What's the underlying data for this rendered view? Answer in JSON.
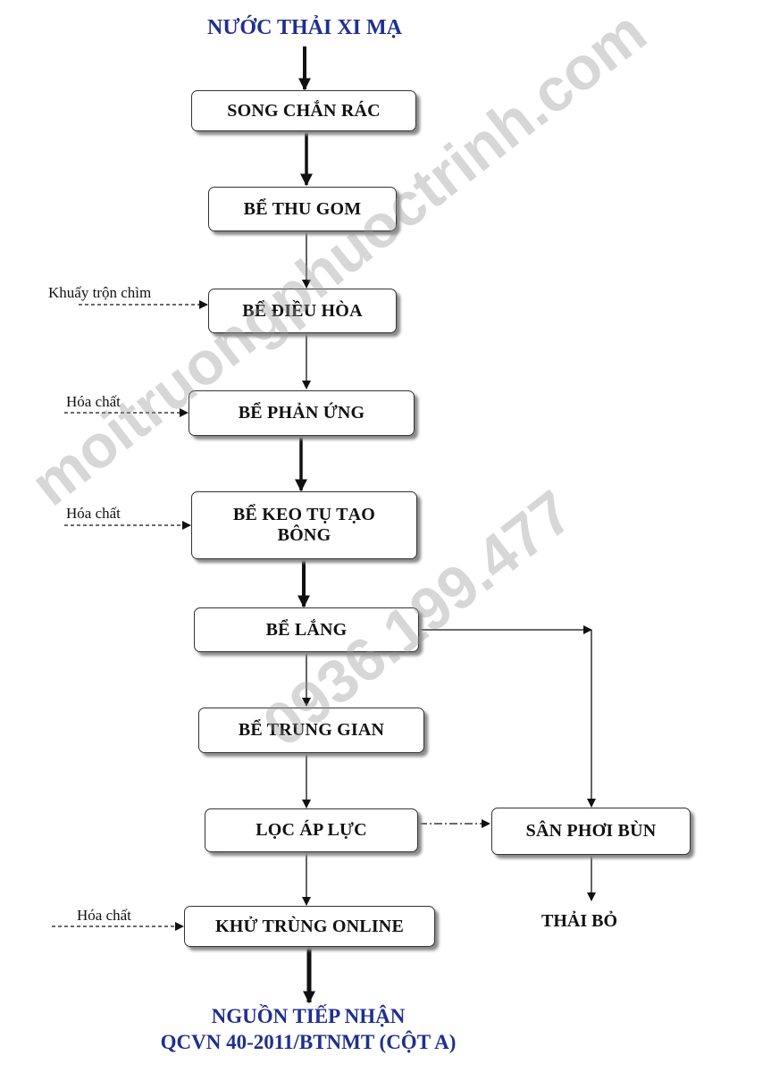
{
  "title": "NƯỚC THẢI XI MẠ",
  "steps": {
    "screen": "SONG CHẮN RÁC",
    "collection": "BỂ THU GOM",
    "equalization": "BỂ ĐIỀU HÒA",
    "reaction": "BỂ PHẢN ỨNG",
    "flocculation": "BỂ KEO TỤ TẠO BÔNG",
    "settling": "BỂ LẮNG",
    "intermediate": "BỂ TRUNG GIAN",
    "pressure_filter": "LỌC ÁP LỰC",
    "disinfection": "KHỬ TRÙNG ONLINE",
    "sludge_bed": "SÂN PHƠI BÙN"
  },
  "inputs": {
    "mixer": "Khuấy trộn chìm",
    "chemical_1": "Hóa chất",
    "chemical_2": "Hóa chất",
    "chemical_3": "Hóa chất"
  },
  "sludge_output": "THẢI BỎ",
  "discharge": {
    "line1": "NGUỒN TIẾP NHẬN",
    "line2": "QCVN 40-2011/BTNMT (CỘT A)"
  },
  "watermark": {
    "site": "moitruongphuoctrinh.com",
    "phone": "0936.199.477"
  },
  "colors": {
    "title": "#1f2f8f",
    "line": "#111111",
    "watermark": "#969696"
  }
}
